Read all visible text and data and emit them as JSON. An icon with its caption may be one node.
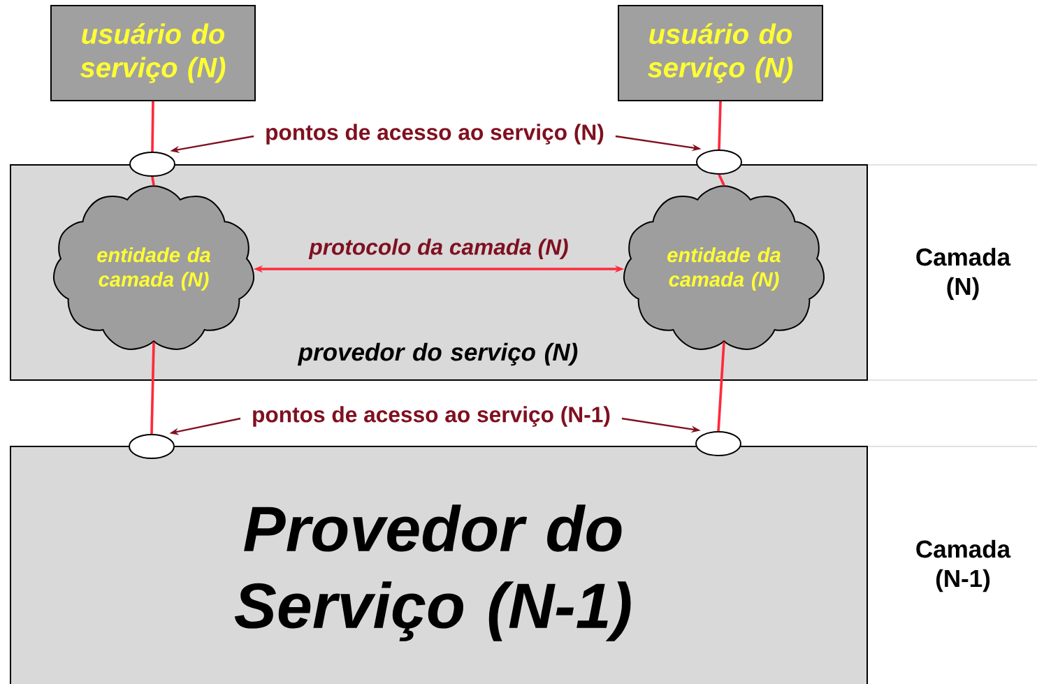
{
  "diagram": {
    "nodes": [
      {
        "text": [
          "usuário do serviço (N)"
        ]
      },
      {
        "text": [
          "usuário do serviço (N)"
        ]
      },
      {
        "text": [
          "provedor do serviço (N)"
        ],
        "beside": [
          "Camada (N)"
        ]
      },
      {
        "text": [],
        "shape": "ellipse"
      },
      {
        "text": [],
        "shape": "ellipse"
      },
      {
        "text": [
          "entidade da camada (N)"
        ],
        "in": 2
      },
      {
        "text": [
          "entidade da camada (N)"
        ],
        "in": 2
      },
      {
        "text": [
          "Provedor do Serviço (N-1)"
        ],
        "beside": [
          "Camada (N-1)"
        ]
      },
      {
        "text": [],
        "shape": "ellipse"
      },
      {
        "text": [],
        "shape": "ellipse"
      },
      {
        "text": [
          "pontos de acesso ao serviço (N)"
        ]
      },
      {
        "text": [
          "pontos de acesso ao serviço (N-1)"
        ]
      }
    ],
    "edges": [
      {
        "from": 0,
        "to": 3,
        "arrow": "none"
      },
      {
        "from": 3,
        "to": 5,
        "arrow": "none"
      },
      {
        "from": 5,
        "to": 8,
        "arrow": "none"
      },
      {
        "from": 1,
        "to": 4,
        "arrow": "none"
      },
      {
        "from": 4,
        "to": 6,
        "arrow": "none"
      },
      {
        "from": 6,
        "to": 9,
        "arrow": "none"
      },
      {
        "from": 5,
        "to": 6,
        "arrow": "both",
        "label": "protocolo da camada (N)"
      },
      {
        "from": 10,
        "to": 3,
        "arrow": "to",
        "color": "#7f1020"
      },
      {
        "from": 10,
        "to": 4,
        "arrow": "to",
        "color": "#7f1020"
      },
      {
        "from": 11,
        "to": 8,
        "arrow": "to",
        "color": "#7f1020"
      },
      {
        "from": 11,
        "to": 9,
        "arrow": "to",
        "color": "#7f1020"
      }
    ]
  }
}
